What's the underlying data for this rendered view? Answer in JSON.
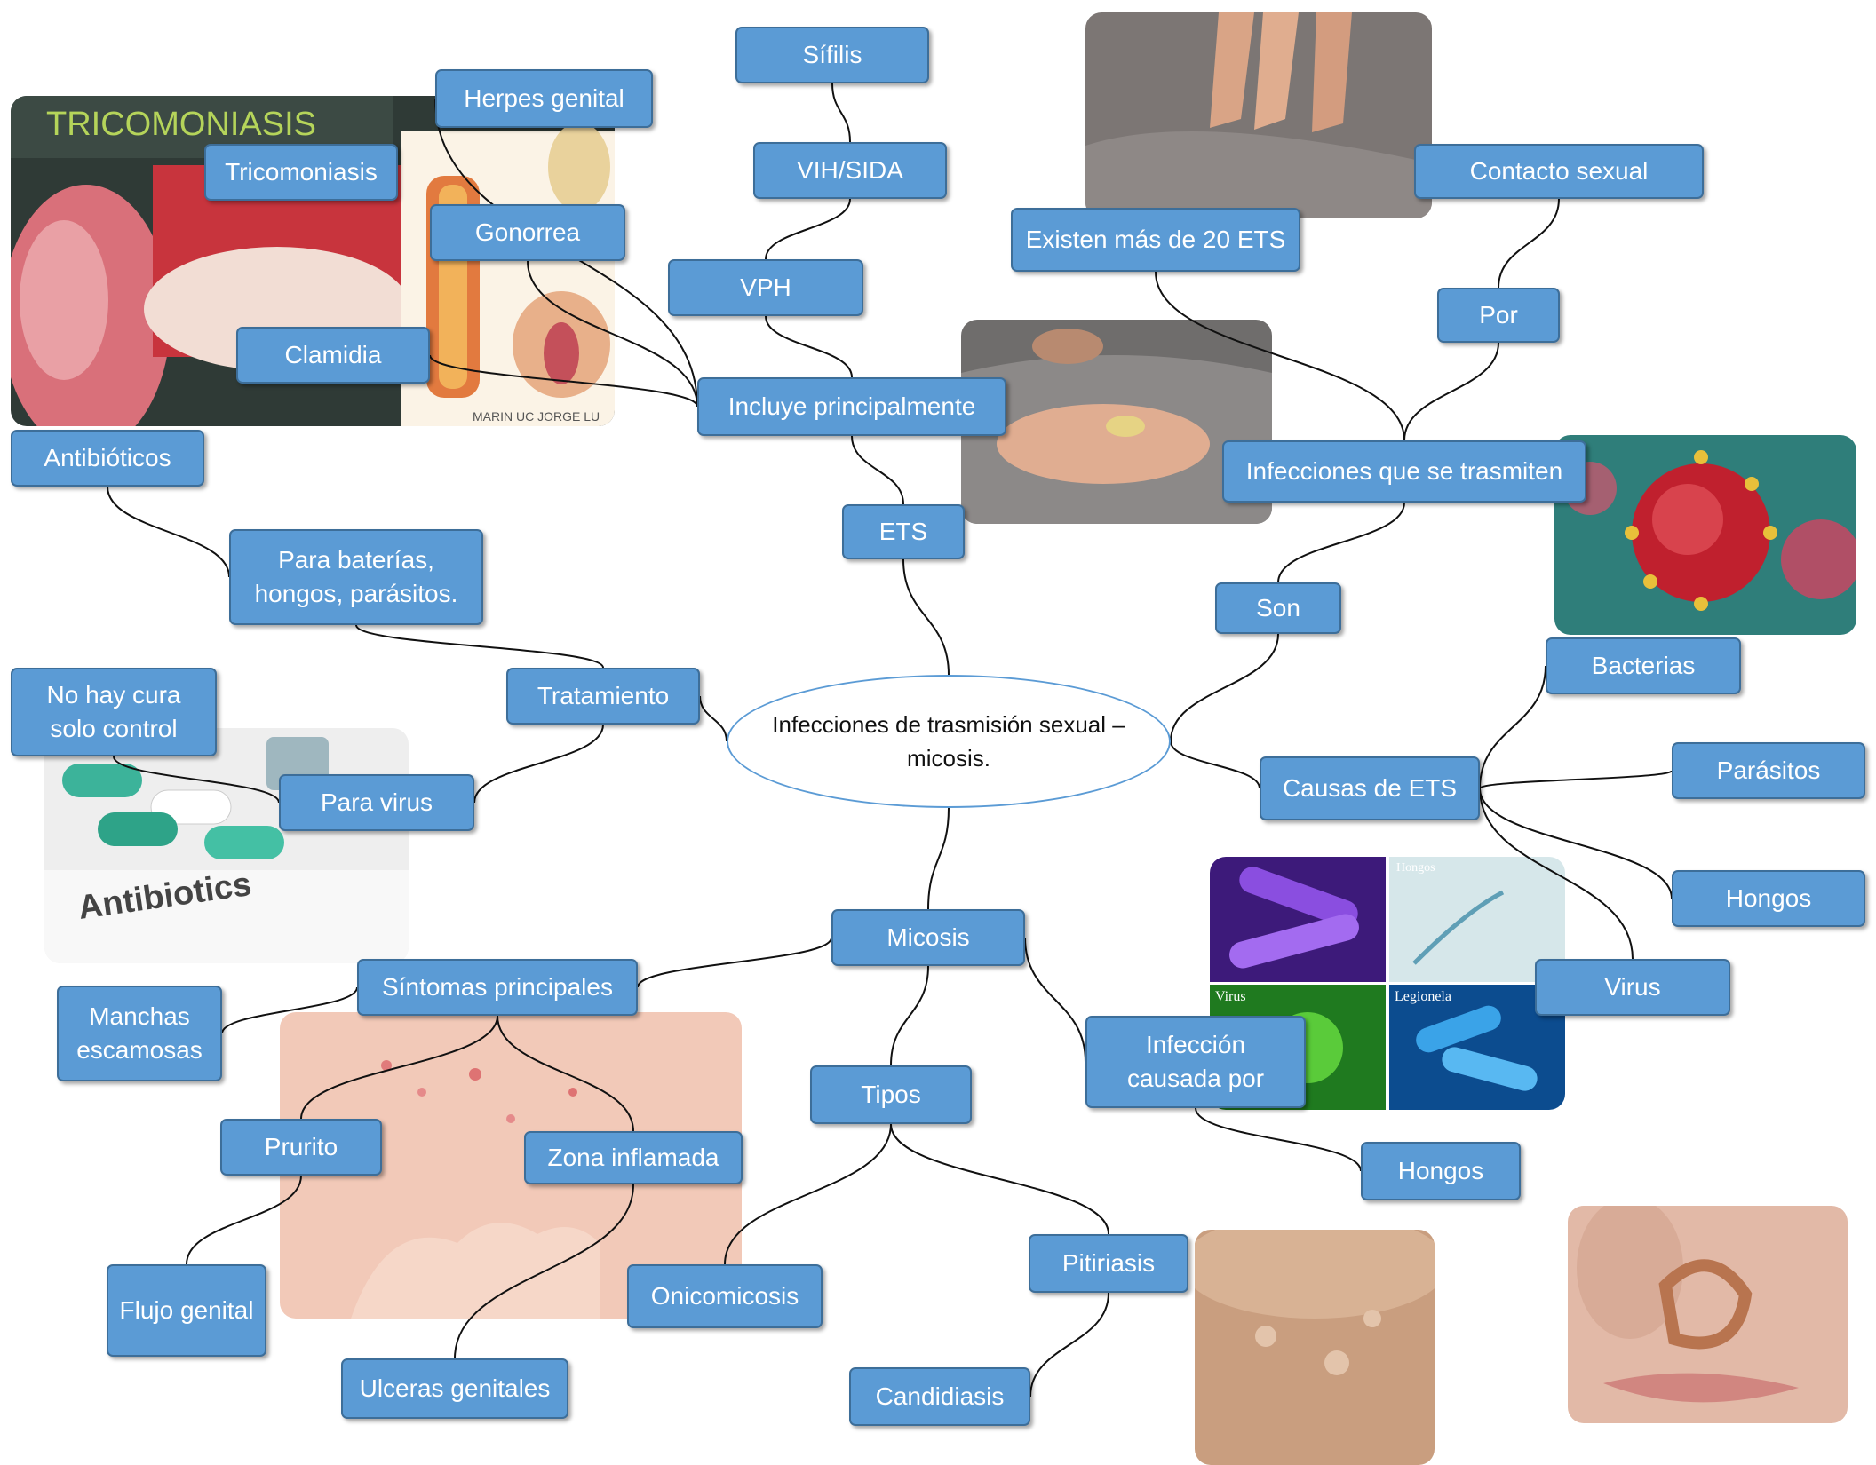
{
  "colors": {
    "node_fill": "#5b9bd5",
    "node_border": "#3d6e99",
    "node_text": "#ffffff",
    "center_border": "#5b9bd5"
  },
  "center": {
    "label": "Infecciones de trasmisión sexual –micosis."
  },
  "nodes": {
    "ets": "ETS",
    "incluye": "Incluye principalmente",
    "vph": "VPH",
    "vih": "VIH/SIDA",
    "sifilis": "Sífilis",
    "herpes": "Herpes genital",
    "tricomoniasis": "Tricomoniasis",
    "gonorrea": "Gonorrea",
    "clamidia": "Clamidia",
    "existen": "Existen más de 20 ETS",
    "contacto": "Contacto sexual",
    "por": "Por",
    "infecciones_trasmiten": "Infecciones que se trasmiten",
    "son": "Son",
    "causas": "Causas de ETS",
    "bacterias": "Bacterias",
    "parasitos": "Parásitos",
    "hongos_causas": "Hongos",
    "virus": "Virus",
    "tratamiento": "Tratamiento",
    "para_baterias": "Para baterías, hongos, parásitos.",
    "antibioticos": "Antibióticos",
    "para_virus": "Para virus",
    "no_cura": "No hay cura solo control",
    "micosis": "Micosis",
    "sintomas": "Síntomas principales",
    "manchas": "Manchas escamosas",
    "prurito": "Prurito",
    "zona": "Zona inflamada",
    "flujo": "Flujo genital",
    "ulceras": "Ulceras genitales",
    "tipos": "Tipos",
    "onicomicosis": "Onicomicosis",
    "pitiriasis": "Pitiriasis",
    "candidiasis": "Candidiasis",
    "infeccion_causada": "Infección causada por",
    "hongos_micosis": "Hongos"
  },
  "photos": {
    "tricomoniasis_title": "TRICOMONIASIS",
    "tricomoniasis_credit": "MARIN UC JORGE LU",
    "antibiotics_label": "Antibiotics",
    "micro_label_1": "Hongos",
    "micro_label_2": "Virus",
    "micro_label_3": "Legionela"
  }
}
